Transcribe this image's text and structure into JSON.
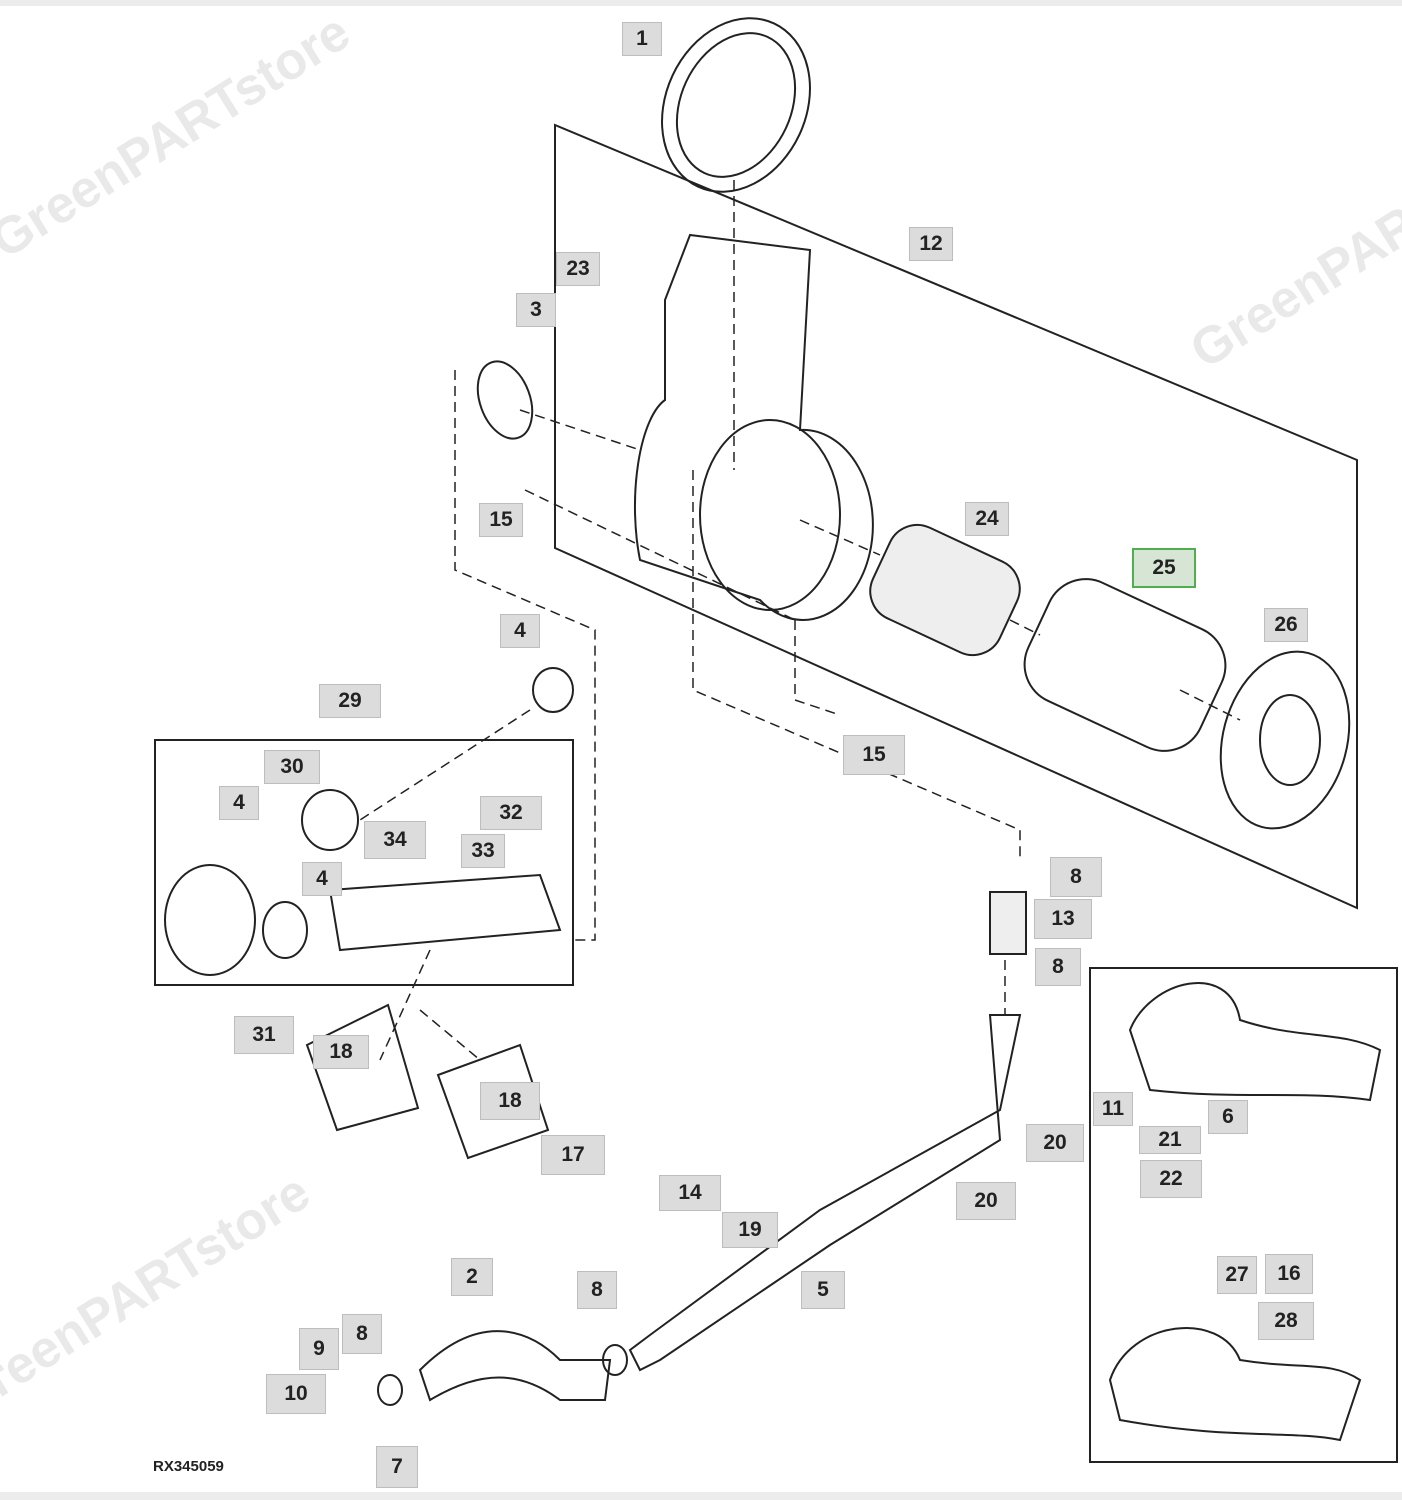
{
  "diagram": {
    "reference_code": "RX345059",
    "watermark": "GreenPARTstore",
    "highlight_color": "#4fae4f",
    "callouts": [
      "1",
      "12",
      "23",
      "3",
      "15",
      "24",
      "25",
      "26",
      "4",
      "29",
      "15",
      "30",
      "4",
      "32",
      "34",
      "33",
      "4",
      "8",
      "13",
      "8",
      "31",
      "18",
      "11",
      "6",
      "18",
      "21",
      "17",
      "20",
      "22",
      "20",
      "14",
      "19",
      "16",
      "27",
      "2",
      "5",
      "8",
      "28",
      "9",
      "8",
      "10",
      "7"
    ],
    "selected_callout": "25"
  }
}
